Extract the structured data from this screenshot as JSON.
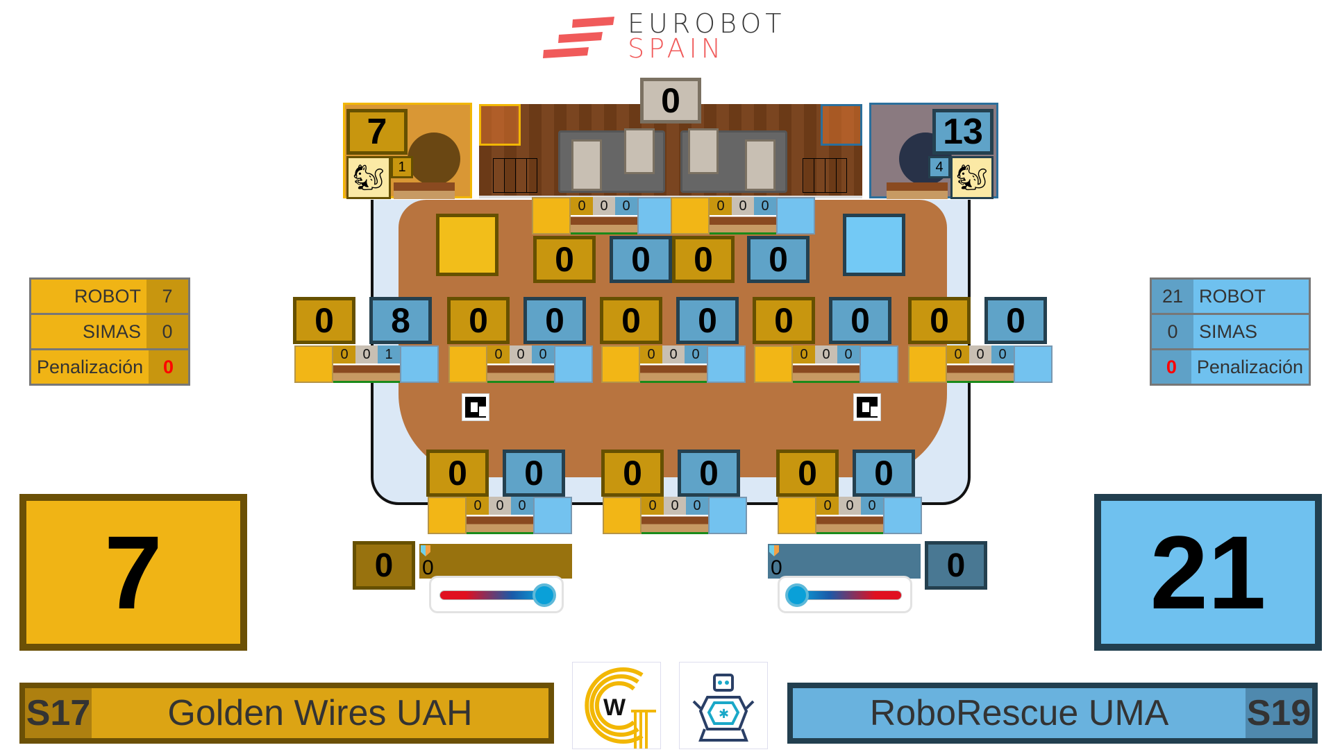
{
  "header": {
    "logo_line1": "EUROBOT",
    "logo_line2": "SPAIN",
    "brand_color": "#f05a5a"
  },
  "colors": {
    "yellow_team": "#f0b415",
    "blue_team": "#6fc1ef",
    "penalty": "#ff0000"
  },
  "field": {
    "center_top_score": "0",
    "nest_yellow": {
      "score": "7",
      "count": "1"
    },
    "nest_blue": {
      "score": "13",
      "count": "4"
    },
    "top_pairs": [
      {
        "yellow": "0",
        "blue": "0"
      },
      {
        "yellow": "0",
        "blue": "0"
      }
    ],
    "top_counters": [
      {
        "a": "0",
        "b": "0",
        "c": "0"
      },
      {
        "a": "0",
        "b": "0",
        "c": "0"
      }
    ],
    "middle_pairs": [
      {
        "yellow": "0",
        "blue": "8"
      },
      {
        "yellow": "0",
        "blue": "0"
      },
      {
        "yellow": "0",
        "blue": "0"
      },
      {
        "yellow": "0",
        "blue": "0"
      },
      {
        "yellow": "0",
        "blue": "0"
      }
    ],
    "middle_counters": [
      {
        "a": "0",
        "b": "0",
        "c": "1"
      },
      {
        "a": "0",
        "b": "0",
        "c": "0"
      },
      {
        "a": "0",
        "b": "0",
        "c": "0"
      },
      {
        "a": "0",
        "b": "0",
        "c": "0"
      },
      {
        "a": "0",
        "b": "0",
        "c": "0"
      }
    ],
    "bottom_pairs": [
      {
        "yellow": "0",
        "blue": "0"
      },
      {
        "yellow": "0",
        "blue": "0"
      },
      {
        "yellow": "0",
        "blue": "0"
      }
    ],
    "bottom_counters": [
      {
        "a": "0",
        "b": "0",
        "c": "0"
      },
      {
        "a": "0",
        "b": "0",
        "c": "0"
      },
      {
        "a": "0",
        "b": "0",
        "c": "0"
      }
    ]
  },
  "left_team": {
    "breakdown": [
      {
        "label": "ROBOT",
        "value": "7"
      },
      {
        "label": "SIMAS",
        "value": "0"
      },
      {
        "label": "Penalización",
        "value": "0"
      }
    ],
    "total": "7",
    "extra_score": "0",
    "temperature_value": "0",
    "code": "S17",
    "name": "Golden Wires UAH"
  },
  "right_team": {
    "breakdown": [
      {
        "label": "ROBOT",
        "value": "21"
      },
      {
        "label": "SIMAS",
        "value": "0"
      },
      {
        "label": "Penalización",
        "value": "0"
      }
    ],
    "total": "21",
    "extra_score": "0",
    "temperature_value": "0",
    "code": "S19",
    "name": "RoboRescue UMA"
  }
}
